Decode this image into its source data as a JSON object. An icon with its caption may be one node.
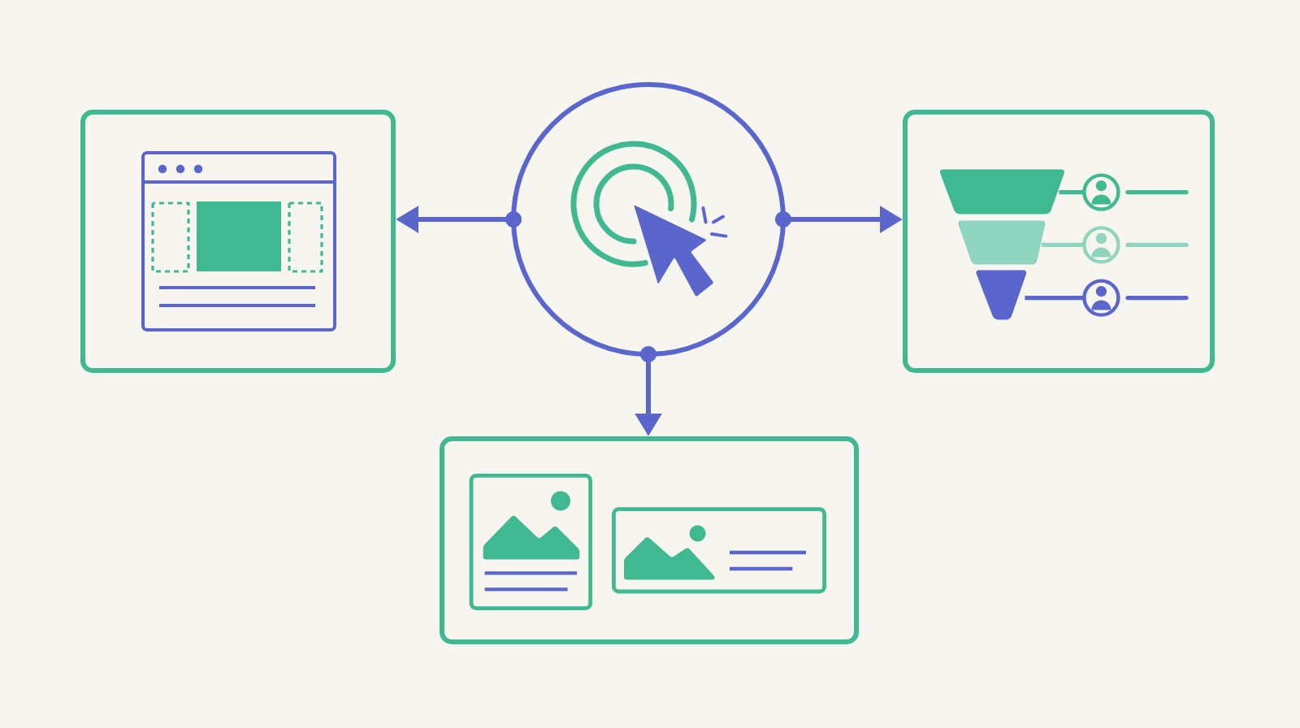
{
  "diagram": {
    "nodes": [
      {
        "text": [],
        "shape": "circle"
      },
      {
        "text": [],
        "shape": "box"
      },
      {
        "text": [],
        "shape": "box"
      },
      {
        "text": [],
        "shape": "box"
      }
    ],
    "edges": [
      {
        "from": 0,
        "to": 1,
        "arrow": "to"
      },
      {
        "from": 0,
        "to": 2,
        "arrow": "to"
      },
      {
        "from": 0,
        "to": 3,
        "arrow": "to"
      }
    ]
  }
}
